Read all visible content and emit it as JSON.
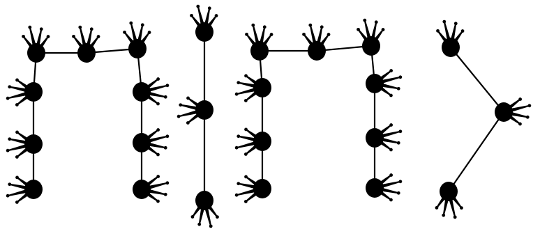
{
  "figure": {
    "background": "#ffffff",
    "ink": "#000000",
    "groups": [
      {
        "name": "left-arch-group",
        "nodes": [
          {
            "id": "a1",
            "spikes": [
              "up"
            ]
          },
          {
            "id": "a2",
            "spikes": [
              "up"
            ]
          },
          {
            "id": "a3",
            "spikes": [
              "up"
            ]
          },
          {
            "id": "a4",
            "spikes": [
              "left"
            ]
          },
          {
            "id": "a5",
            "spikes": [
              "left"
            ]
          },
          {
            "id": "a6",
            "spikes": [
              "left"
            ]
          },
          {
            "id": "a7",
            "spikes": [
              "right"
            ]
          },
          {
            "id": "a8",
            "spikes": [
              "right"
            ]
          },
          {
            "id": "a9",
            "spikes": [
              "right"
            ]
          }
        ],
        "edges": [
          [
            "a1",
            "a2"
          ],
          [
            "a2",
            "a3"
          ],
          [
            "a1",
            "a4"
          ],
          [
            "a4",
            "a5"
          ],
          [
            "a5",
            "a6"
          ],
          [
            "a3",
            "a7"
          ],
          [
            "a7",
            "a8"
          ],
          [
            "a8",
            "a9"
          ]
        ]
      },
      {
        "name": "vertical-chain-group",
        "nodes": [
          {
            "id": "b1",
            "spikes": [
              "up"
            ]
          },
          {
            "id": "b2",
            "spikes": [
              "left"
            ]
          },
          {
            "id": "b3",
            "spikes": [
              "down"
            ]
          }
        ],
        "edges": [
          [
            "b1",
            "b2"
          ],
          [
            "b2",
            "b3"
          ]
        ]
      },
      {
        "name": "right-arch-group",
        "nodes": [
          {
            "id": "c1",
            "spikes": [
              "up"
            ]
          },
          {
            "id": "c2",
            "spikes": [
              "up"
            ]
          },
          {
            "id": "c3",
            "spikes": [
              "up"
            ]
          },
          {
            "id": "c4",
            "spikes": [
              "left"
            ]
          },
          {
            "id": "c5",
            "spikes": [
              "left"
            ]
          },
          {
            "id": "c6",
            "spikes": [
              "left"
            ]
          },
          {
            "id": "c7",
            "spikes": [
              "right"
            ]
          },
          {
            "id": "c8",
            "spikes": [
              "right"
            ]
          },
          {
            "id": "c9",
            "spikes": [
              "right"
            ]
          }
        ],
        "edges": [
          [
            "c1",
            "c2"
          ],
          [
            "c2",
            "c3"
          ],
          [
            "c1",
            "c4"
          ],
          [
            "c4",
            "c5"
          ],
          [
            "c5",
            "c6"
          ],
          [
            "c3",
            "c7"
          ],
          [
            "c7",
            "c8"
          ],
          [
            "c8",
            "c9"
          ]
        ]
      },
      {
        "name": "chevron-group",
        "nodes": [
          {
            "id": "d1",
            "spikes": [
              "up"
            ]
          },
          {
            "id": "d2",
            "spikes": [
              "right"
            ]
          },
          {
            "id": "d3",
            "spikes": [
              "down"
            ]
          }
        ],
        "edges": [
          [
            "d1",
            "d2"
          ],
          [
            "d2",
            "d3"
          ]
        ]
      }
    ]
  }
}
